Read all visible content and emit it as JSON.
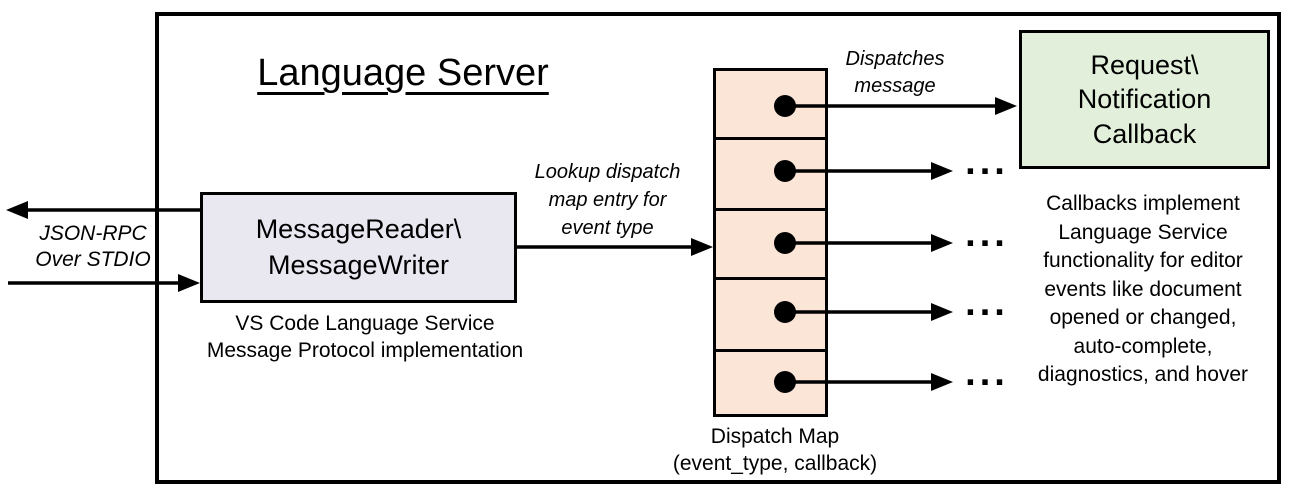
{
  "title": "Language Server",
  "stdio": {
    "line1": "JSON-RPC",
    "line2": "Over STDIO"
  },
  "message_unit": {
    "line1": "MessageReader\\",
    "line2": "MessageWriter",
    "caption1": "VS Code Language Service",
    "caption2": "Message Protocol implementation",
    "fill": "#e9e8f1"
  },
  "lookup": {
    "line1": "Lookup dispatch",
    "line2": "map entry for",
    "line3": "event type"
  },
  "dispatches": {
    "line1": "Dispatches",
    "line2": "message"
  },
  "dispatch_map": {
    "cell_count": "5",
    "caption1": "Dispatch Map",
    "caption2": "(event_type, callback)",
    "fill": "#fbe5d6"
  },
  "callback_box": {
    "line1": "Request\\",
    "line2": "Notification",
    "line3": "Callback",
    "fill": "#e2efda"
  },
  "callbacks_note": {
    "line1": "Callbacks implement",
    "line2": "Language Service",
    "line3": "functionality for editor",
    "line4": "events like document",
    "line5": "opened or changed,",
    "line6": "auto-complete,",
    "line7": "diagnostics, and hover"
  },
  "ellipsis": "...",
  "colors": {
    "line": "#000000",
    "message_box_fill": "#e9e8f1",
    "dispatch_map_fill": "#fbe5d6",
    "callback_box_fill": "#e2efda"
  }
}
